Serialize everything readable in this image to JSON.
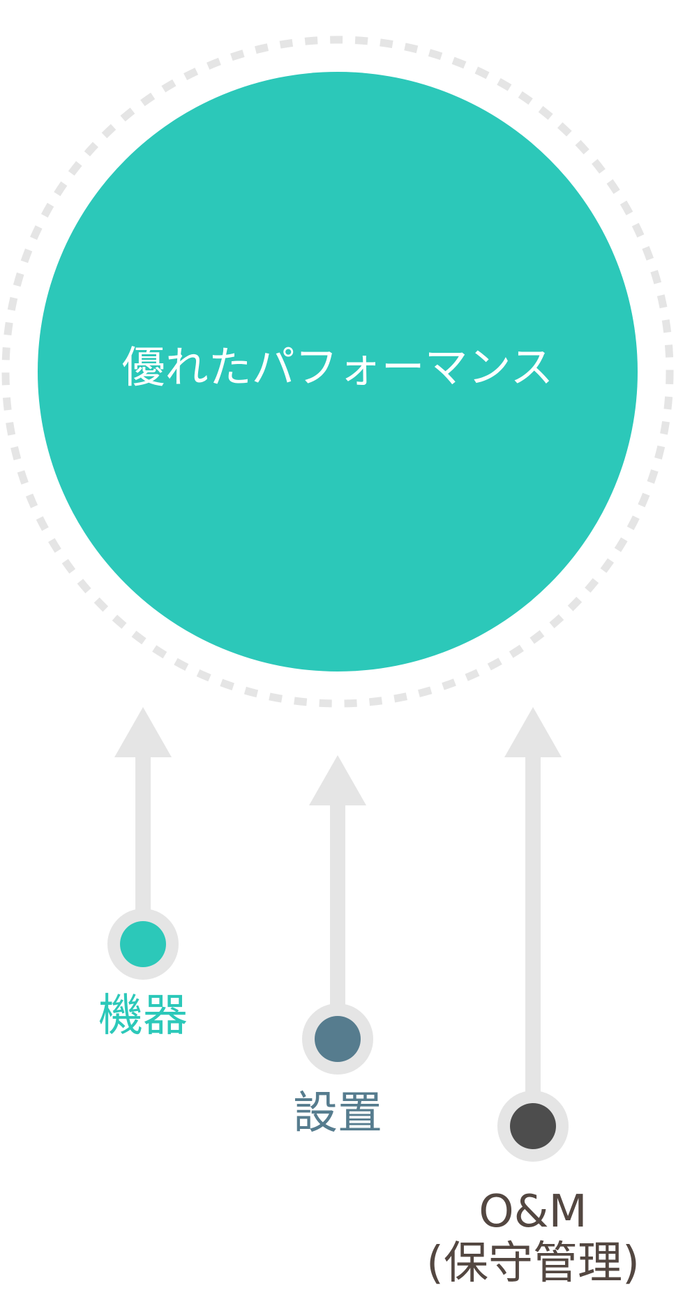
{
  "center": {
    "label": "優れたパフォーマンス",
    "color": "#2cc8b9"
  },
  "pillars": [
    {
      "label": "機器",
      "color": "#2cc8b9"
    },
    {
      "label": "設置",
      "color": "#567c8e"
    },
    {
      "label": "O&M",
      "sublabel": "(保守管理)",
      "color": "#4d4d4d",
      "text_color": "#534741"
    }
  ],
  "connector_color": "#e5e5e5"
}
